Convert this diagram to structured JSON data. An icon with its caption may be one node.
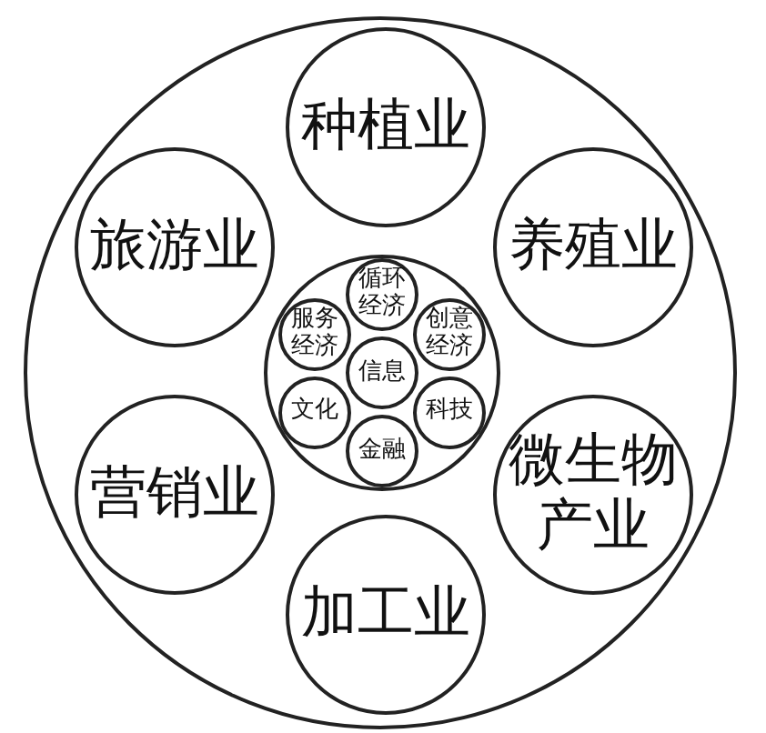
{
  "diagram": {
    "nodes": [
      {
        "text": [],
        "shape": "circle"
      },
      {
        "text": [
          "种植业"
        ],
        "in": 0
      },
      {
        "text": [
          "旅游业"
        ],
        "in": 0
      },
      {
        "text": [
          "养殖业"
        ],
        "in": 0
      },
      {
        "text": [],
        "shape": "circle",
        "in": 0
      },
      {
        "text": [
          "循环经济"
        ],
        "in": 4
      },
      {
        "text": [
          "服务经济"
        ],
        "in": 4
      },
      {
        "text": [
          "创意经济"
        ],
        "in": 4
      },
      {
        "text": [
          "信息"
        ],
        "in": 4
      },
      {
        "text": [
          "文化"
        ],
        "in": 4
      },
      {
        "text": [
          "科技"
        ],
        "in": 4
      },
      {
        "text": [
          "金融"
        ],
        "in": 4
      },
      {
        "text": [
          "营销业"
        ],
        "in": 0
      },
      {
        "text": [
          "微生物产业"
        ],
        "in": 0
      },
      {
        "text": [
          "加工业"
        ],
        "in": 0
      }
    ]
  }
}
